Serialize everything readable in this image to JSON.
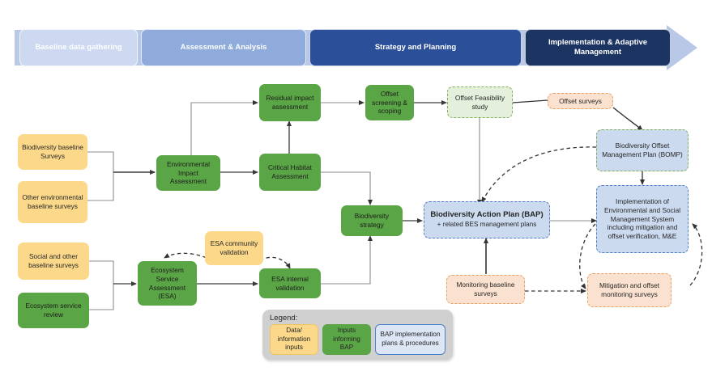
{
  "phases": {
    "items": [
      {
        "label": "Baseline data gathering",
        "color": "#ccd9f0",
        "text_color": "#ffffff"
      },
      {
        "label": "Assessment & Analysis",
        "color": "#8fabdc",
        "text_color": "#ffffff"
      },
      {
        "label": "Strategy and Planning",
        "color": "#2b5099",
        "text_color": "#ffffff"
      },
      {
        "label": "Implementation & Adaptive Management",
        "color": "#1b3461",
        "text_color": "#ffffff"
      }
    ],
    "arrow_color": "#b9c8e6"
  },
  "nodes": {
    "biodiversity_baseline_surveys": "Biodiversity baseline Surveys",
    "other_environmental_baseline_surveys": "Other environmental baseline surveys",
    "environmental_impact_assessment": "Environmental Impact Assessment",
    "residual_impact_assessment": "Residual impact assessment",
    "critical_habitat_assessment": "Critical Habitat Assessment",
    "offset_screening_scoping": "Offset screening & scoping",
    "offset_feasibility_study": "Offset Feasibility study",
    "offset_surveys": "Offset surveys",
    "bomp": "Biodiversity Offset Management Plan (BOMP)",
    "biodiversity_strategy": "Biodiversity strategy",
    "bap_title": "Biodiversity Action Plan (BAP)",
    "bap_subtitle": "+ related BES management plans",
    "implementation_esms": "Implementation of Environmental and Social Management System including mitigation and offset verification, M&E",
    "social_other_baseline_surveys": "Social and other baseline surveys",
    "ecosystem_service_review": "Ecosystem service review",
    "ecosystem_service_assessment": "Ecosystem Service Assessment (ESA)",
    "esa_community_validation": "ESA community validation",
    "esa_internal_validation": "ESA internal validation",
    "monitoring_baseline_surveys": "Monitoring baseline surveys",
    "mitigation_offset_monitoring_surveys": "Mitigation and offset monitoring surveys"
  },
  "legend": {
    "title": "Legend:",
    "data_inputs": "Data/ information inputs",
    "green_inputs": "Inputs informing BAP",
    "blue_plans": "BAP implementation plans & procedures"
  },
  "colors": {
    "data_yellow": "#fcd98a",
    "green": "#5aa545",
    "pale_green": "#e4f0dc",
    "light_blue": "#ccdaf0",
    "peach": "#fbe2d0",
    "wire": "#8c8c8c",
    "wire_dark": "#333333",
    "legend_bg": "#d0d0d0"
  }
}
